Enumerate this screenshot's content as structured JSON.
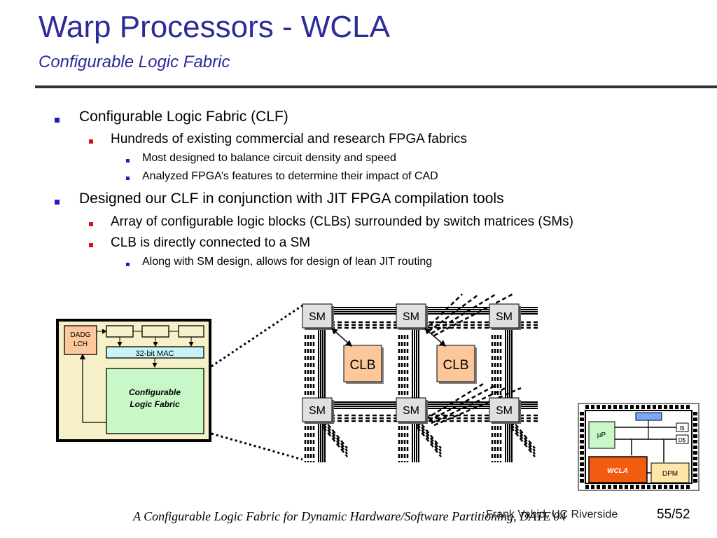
{
  "slide": {
    "title": "Warp Processors - WCLA",
    "subtitle": "Configurable Logic Fabric"
  },
  "bullets": [
    {
      "level": 1,
      "text": "Configurable Logic Fabric (CLF)"
    },
    {
      "level": 2,
      "text": "Hundreds of existing commercial and research FPGA fabrics"
    },
    {
      "level": 3,
      "text": "Most designed to balance circuit density and speed"
    },
    {
      "level": 3,
      "text": "Analyzed FPGA’s features to determine their impact of CAD"
    },
    {
      "level": 1,
      "text": "Designed our CLF in conjunction with JIT FPGA compilation tools"
    },
    {
      "level": 2,
      "text": "Array of configurable logic blocks (CLBs) surrounded by switch matrices (SMs)"
    },
    {
      "level": 2,
      "text": "CLB is directly connected to a SM"
    },
    {
      "level": 3,
      "text": "Along with SM design, allows for design of lean JIT routing"
    }
  ],
  "wcla_block": {
    "dadg_lch_line1": "DADG",
    "dadg_lch_line2": "LCH",
    "mac_label": "32-bit MAC",
    "clf_line1": "Configurable",
    "clf_line2": "Logic Fabric"
  },
  "fabric": {
    "sm_label": "SM",
    "clb_label": "CLB"
  },
  "chip": {
    "up_label": "µP",
    "is_label": "I$",
    "ds_label": "D$",
    "wcla_label": "WCLA",
    "dpm_label": "DPM"
  },
  "footer": {
    "citation": "A Configurable Logic Fabric for Dynamic Hardware/Software Partitioning, DATE'04",
    "author": "Frank Vahid, UC Riverside",
    "page": "55/52"
  },
  "colors": {
    "title": "#2b2b9a",
    "clb_fill": "#fcc89b",
    "clf_fill": "#c8f7c8",
    "mac_fill": "#c8f4f8",
    "wcla_fill": "#f25c10",
    "dpm_fill": "#fde6a8"
  }
}
